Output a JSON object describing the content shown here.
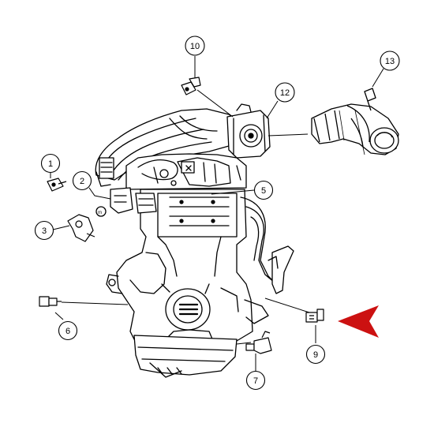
{
  "diagram": {
    "callouts": [
      {
        "id": "c1",
        "label": "1"
      },
      {
        "id": "c2",
        "label": "2"
      },
      {
        "id": "c3",
        "label": "3"
      },
      {
        "id": "c5",
        "label": "5"
      },
      {
        "id": "c6",
        "label": "6"
      },
      {
        "id": "c7",
        "label": "7"
      },
      {
        "id": "c9",
        "label": "9"
      },
      {
        "id": "c10",
        "label": "10"
      },
      {
        "id": "c12",
        "label": "12"
      },
      {
        "id": "c13",
        "label": "13"
      }
    ],
    "colors": {
      "line": "#000000",
      "pointer_arrow": "#cc1111",
      "background": "#ffffff"
    },
    "icons": [
      "engine-block-illustration",
      "intake-hose-illustration",
      "sensor-part-icon",
      "red-pointer-arrow-icon"
    ]
  }
}
